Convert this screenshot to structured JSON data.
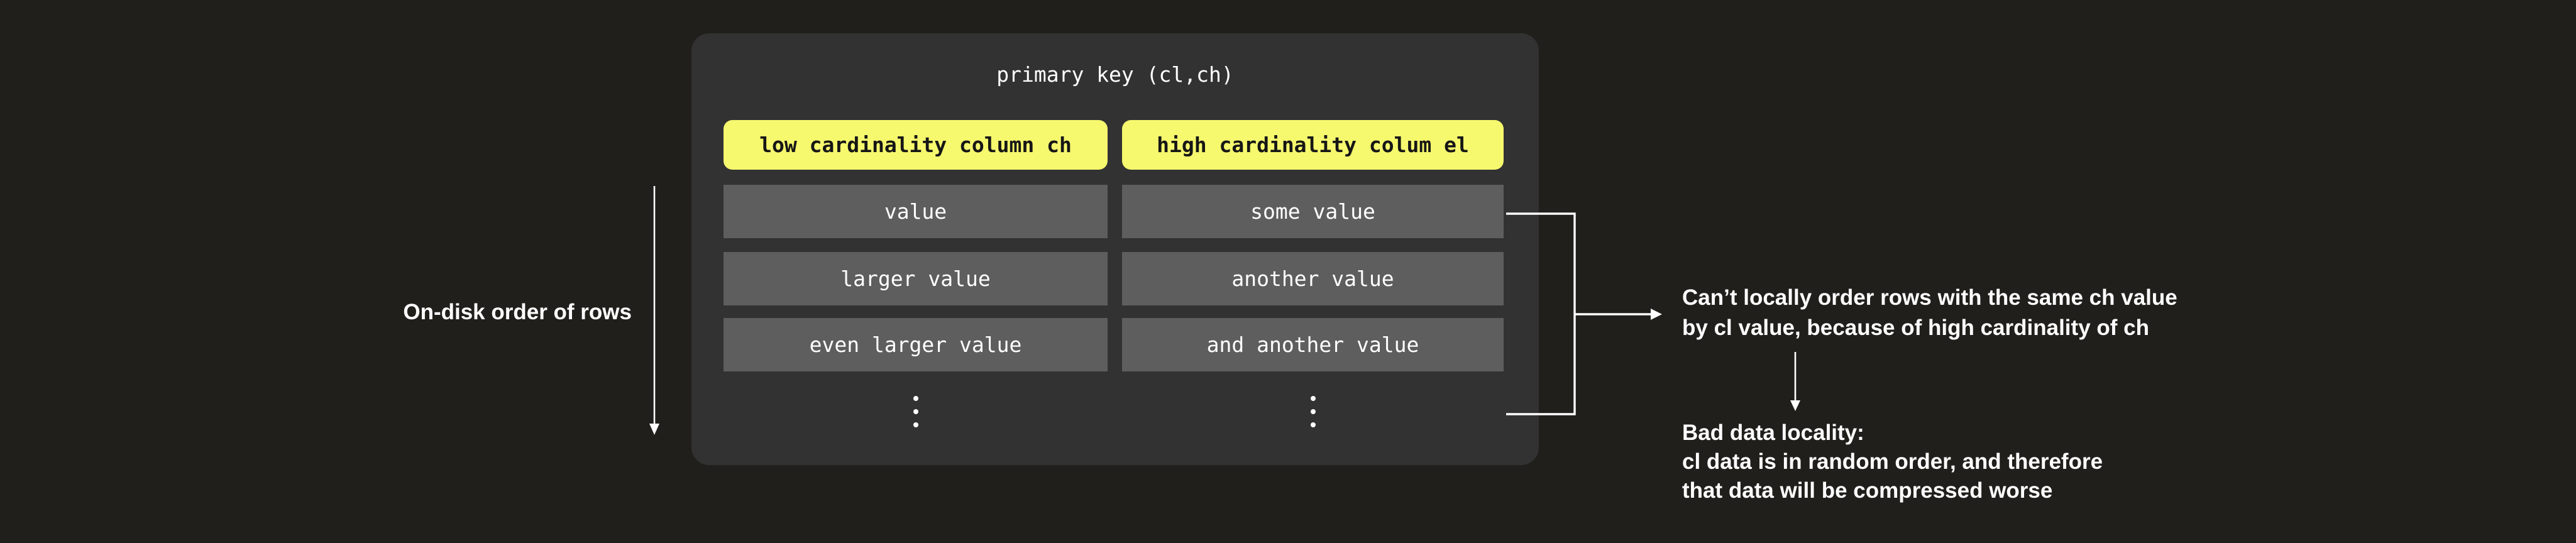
{
  "colors": {
    "background": "#201f1b",
    "panel": "#323232",
    "row": "#5e5e5e",
    "highlight": "#f6f86e",
    "text_light": "#ffffff",
    "text_dark": "#161616"
  },
  "panel": {
    "title": "primary key (cl,ch)",
    "columns": [
      {
        "header": "low cardinality column ch",
        "rows": [
          "value",
          "larger value",
          "even larger value"
        ]
      },
      {
        "header": "high cardinality colum el",
        "rows": [
          "some value",
          "another value",
          "and another value"
        ]
      }
    ]
  },
  "glyphs": {
    "vertical_ellipsis": "⋮",
    "down_arrow": "↓",
    "right_arrow": "→"
  },
  "left_annotation": {
    "label": "On-disk order of rows"
  },
  "right_annotations": {
    "note1_line1": "Can’t locally order rows with the same ch value",
    "note1_line2": "by cl value, because of high cardinality of ch",
    "note2_line1": "Bad data locality:",
    "note2_line2": "cl data is in random order, and therefore",
    "note2_line3": "that data will be compressed worse"
  }
}
